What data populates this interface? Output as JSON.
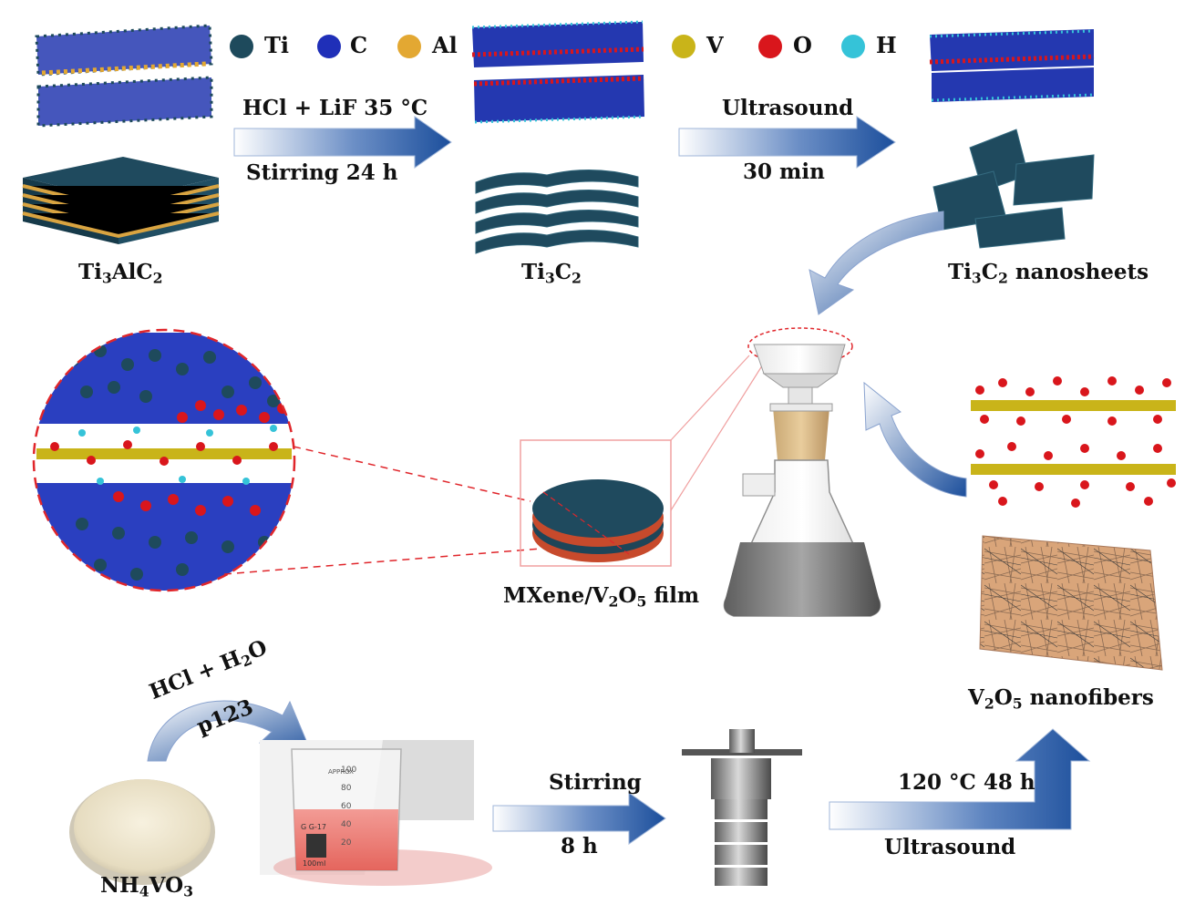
{
  "legend": {
    "items": [
      {
        "symbol": "Ti",
        "color": "#1e4a5c"
      },
      {
        "symbol": "C",
        "color": "#1f2fb8"
      },
      {
        "symbol": "Al",
        "color": "#e3a832"
      },
      {
        "symbol": "V",
        "color": "#c9b419"
      },
      {
        "symbol": "O",
        "color": "#d9161c"
      },
      {
        "symbol": "H",
        "color": "#35c3d8"
      }
    ]
  },
  "steps": {
    "etch": {
      "condition": "HCl + LiF 35 °C",
      "duration": "Stirring  24 h"
    },
    "delaminate": {
      "condition": "Ultrasound",
      "duration": "30 min"
    },
    "dissolve": {
      "reagent_line1": "HCl + H",
      "reagent_line1_sub": "2",
      "reagent_line1_tail": "O",
      "reagent_line2": "p123"
    },
    "stir": {
      "condition": "Stirring",
      "duration": "8 h"
    },
    "hydrothermal": {
      "condition": "120 °C  48 h",
      "duration": "Ultrasound"
    }
  },
  "materials": {
    "ti3alc2": {
      "p1": "Ti",
      "s1": "3",
      "p2": "AlC",
      "s2": "2",
      "p3": ""
    },
    "ti3c2": {
      "p1": "Ti",
      "s1": "3",
      "p2": "C",
      "s2": "2",
      "p3": ""
    },
    "nanosheets": {
      "p1": "Ti",
      "s1": "3",
      "p2": "C",
      "s2": "2",
      "p3": " nanosheets"
    },
    "film": {
      "p1": "MXene/V",
      "s1": "2",
      "p2": "O",
      "s2": "5",
      "p3": " film"
    },
    "nanofibers": {
      "p1": "V",
      "s1": "2",
      "p2": "O",
      "s2": "5",
      "p3": " nanofibers"
    },
    "nh4vo3": {
      "p1": "NH",
      "s1": "4",
      "p2": "VO",
      "s2": "3",
      "p3": ""
    }
  },
  "beaker": {
    "marks": [
      "100",
      "80",
      "60",
      "40",
      "20"
    ],
    "brand": "APPROX",
    "label_top": "G G-17",
    "label_bottom": "100ml"
  },
  "colors": {
    "arrow_dark": "#1c4f9c",
    "mxene_dark": "#1b4759",
    "v2o5_fiber": "#c48a5a",
    "dashed_red": "#e0262b"
  }
}
